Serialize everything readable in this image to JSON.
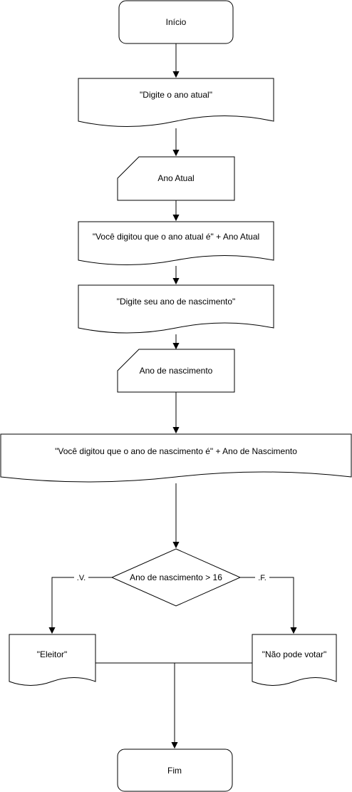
{
  "nodes": {
    "start": "Início",
    "prompt_year": "\"Digite o ano atual\"",
    "input_year": "Ano Atual",
    "show_year": "\"Você digitou que o ano atual é\" + Ano Atual",
    "prompt_birth": "\"Digite seu ano de nascimento\"",
    "input_birth": "Ano de nascimento",
    "show_birth": "\"Você digitou que o ano de nascimento é\" + Ano de Nascimento",
    "decision": "Ano de nascimento > 16",
    "out_true": "\"Eleitor\"",
    "out_false": "\"Não pode votar\"",
    "end": "Fim"
  },
  "edges": {
    "true_label": ".V.",
    "false_label": ".F."
  }
}
